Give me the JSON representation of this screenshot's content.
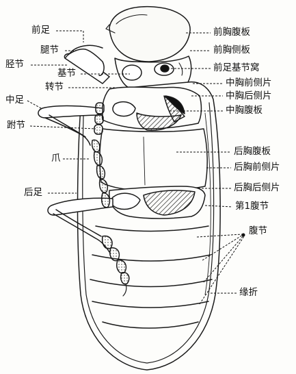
{
  "labels": {
    "left": {
      "foreleg": "前足",
      "femur": "腿节",
      "tibia": "胫节",
      "coxa": "基节",
      "trochanter": "转节",
      "midleg": "中足",
      "tarsus": "跗节",
      "claw": "爪",
      "hindleg": "后足"
    },
    "right": {
      "prosternum": "前胸腹板",
      "propleuron": "前胸侧板",
      "procoxal_cavity": "前足基节窝",
      "mesepisternum": "中胸前侧片",
      "mesepimeron": "中胸后侧片",
      "mesosternum": "中胸腹板",
      "metasternum": "后胸腹板",
      "metepisternum": "后胸前侧片",
      "metepimeron": "后胸后侧片",
      "abdominal_segment_1": "第1腹节",
      "abdominal_segments": "腹节",
      "epipleuron": "缘折"
    }
  }
}
